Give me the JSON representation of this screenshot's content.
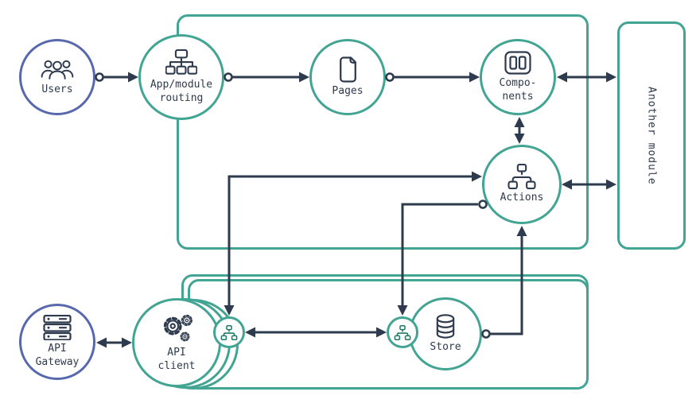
{
  "diagram": {
    "colors": {
      "teal": "#42a493",
      "blue": "#5868ad",
      "wire": "#2e3a4d",
      "mini_icon": "#1f7a67",
      "background": "#ffffff"
    },
    "containers": {
      "top_module": {},
      "service_module": {},
      "another_module": {
        "label": "Another module"
      }
    },
    "nodes": {
      "users": {
        "label": "Users",
        "icon": "users-group-icon"
      },
      "routing": {
        "label": "App/module\nrouting",
        "icon": "sitemap-icon"
      },
      "pages": {
        "label": "Pages",
        "icon": "page-icon"
      },
      "components": {
        "label": "Compo-\nnents",
        "icon": "columns-icon"
      },
      "actions": {
        "label": "Actions",
        "icon": "workflow-icon"
      },
      "api_gateway": {
        "label": "API\nGateway",
        "icon": "server-icon"
      },
      "api_client": {
        "label": "API\nclient",
        "icon": "gears-icon"
      },
      "store": {
        "label": "Store",
        "icon": "database-icon"
      },
      "api_client_actions": {
        "icon": "workflow-icon"
      },
      "store_actions": {
        "icon": "workflow-icon"
      }
    },
    "connections": [
      {
        "from": "users",
        "to": "routing",
        "type": "one-way"
      },
      {
        "from": "routing",
        "to": "pages",
        "type": "one-way"
      },
      {
        "from": "pages",
        "to": "components",
        "type": "one-way"
      },
      {
        "from": "components",
        "to": "another_module",
        "type": "two-way"
      },
      {
        "from": "components",
        "to": "actions",
        "type": "two-way"
      },
      {
        "from": "actions",
        "to": "another_module",
        "type": "two-way"
      },
      {
        "from": "api_gateway",
        "to": "api_client",
        "type": "two-way"
      },
      {
        "from": "actions",
        "to": "api_client_actions",
        "type": "two-way"
      },
      {
        "from": "actions",
        "to": "store_actions",
        "type": "one-way"
      },
      {
        "from": "store",
        "to": "actions",
        "type": "one-way"
      },
      {
        "from": "api_client_actions",
        "to": "store_actions",
        "type": "two-way"
      }
    ]
  }
}
